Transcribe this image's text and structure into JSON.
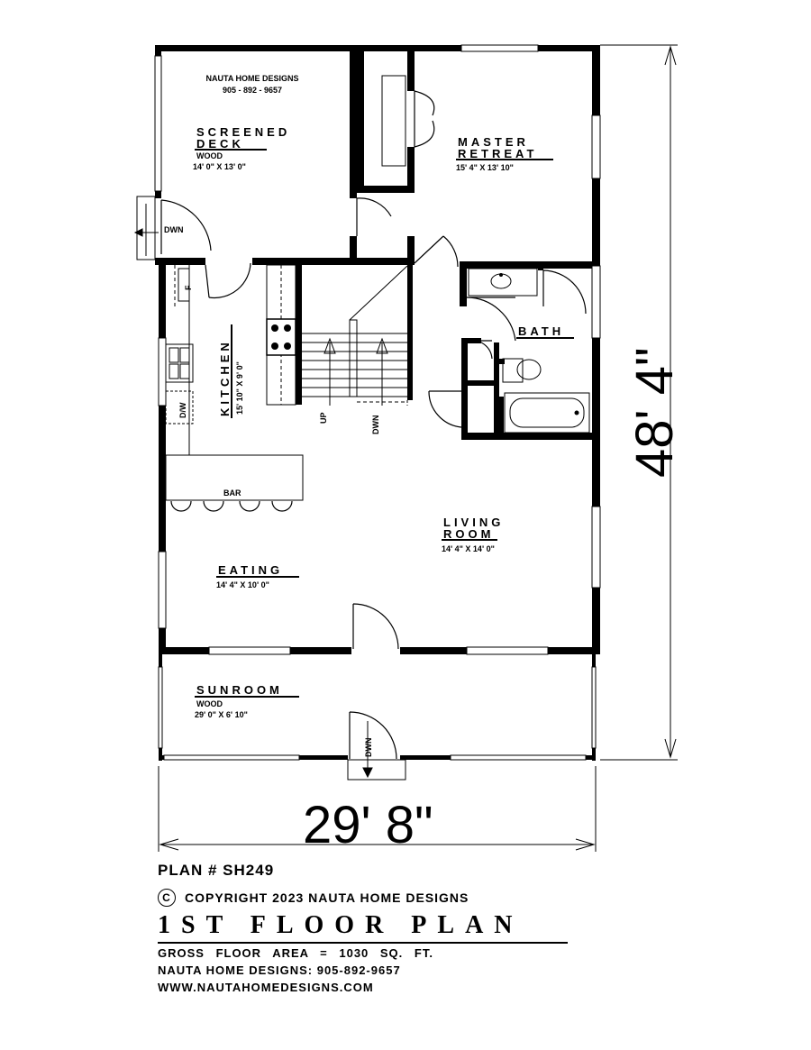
{
  "company": {
    "name": "NAUTA HOME DESIGNS",
    "phone": "905 - 892 - 9657"
  },
  "rooms": {
    "screened_deck": {
      "name_line1": "SCREENED",
      "name_line2": "DECK",
      "material": "WOOD",
      "size": "14' 0\" X 13' 0\""
    },
    "master_retreat": {
      "name_line1": "MASTER",
      "name_line2": "RETREAT",
      "size": "15' 4\" X 13' 10\""
    },
    "kitchen": {
      "name": "KITCHEN",
      "size": "15' 10\" X 9' 0\""
    },
    "bath": {
      "name": "BATH"
    },
    "living_room": {
      "name_line1": "LIVING",
      "name_line2": "ROOM",
      "size": "14' 4\" X 14' 0\""
    },
    "eating": {
      "name": "EATING",
      "size": "14' 4\" X 10' 0\""
    },
    "sunroom": {
      "name": "SUNROOM",
      "material": "WOOD",
      "size": "29' 0\" X 6' 10\""
    }
  },
  "labels": {
    "dwn": "DWN",
    "up": "UP",
    "bar": "BAR",
    "dw": "D/W",
    "f": "F"
  },
  "dimensions": {
    "overall_depth": "48' 4\"",
    "overall_width": "29' 8\""
  },
  "title_block": {
    "plan_number": "PLAN # SH249",
    "copyright_symbol": "C",
    "copyright": "COPYRIGHT 2023 NAUTA HOME DESIGNS",
    "title": "1ST FLOOR PLAN",
    "gross_area": "GROSS  FLOOR AREA  =  1030  SQ. FT.",
    "phone_line": "NAUTA HOME DESIGNS:  905-892-9657",
    "website": "WWW.NAUTAHOMEDESIGNS.COM"
  }
}
